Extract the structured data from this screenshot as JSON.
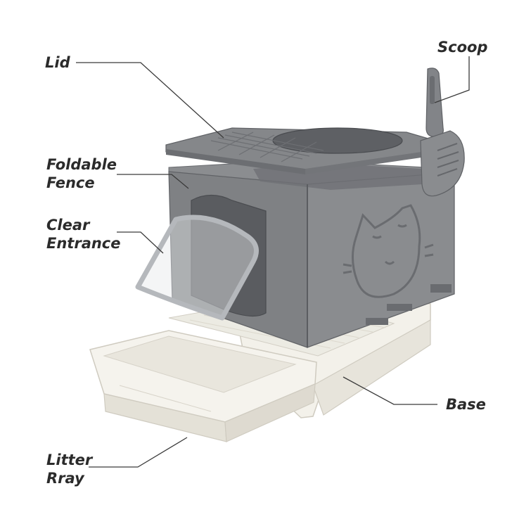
{
  "callouts": {
    "lid": "Lid",
    "scoop": "Scoop",
    "foldable_fence": [
      "Foldable",
      "Fence"
    ],
    "clear_entrance": [
      "Clear",
      "Entrance"
    ],
    "base": "Base",
    "litter_tray": [
      "Litter",
      "Rray"
    ]
  },
  "colors": {
    "housing_gray": "#7d7f82",
    "housing_dark": "#5e6064",
    "tray_cream": "#f1efe8",
    "tray_shadow": "#d8d5cc",
    "label_text": "#2b2b2b",
    "leader_line": "#3a3a3a"
  }
}
